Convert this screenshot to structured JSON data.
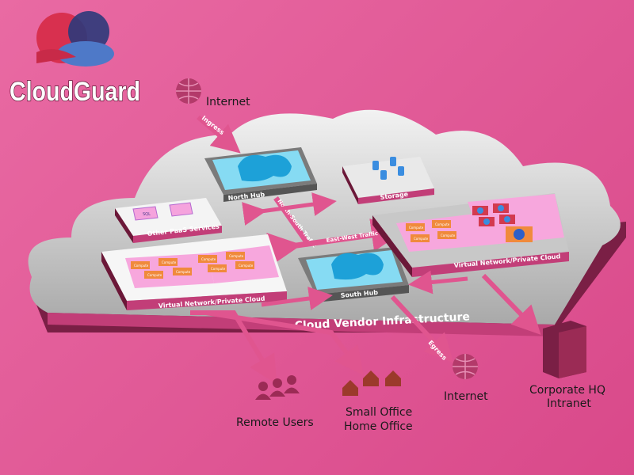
{
  "brand": {
    "name": "CloudGuard",
    "colors": {
      "red": "#d8304f",
      "blue": "#4e79c8",
      "navy": "#2c3a7a"
    }
  },
  "labels": {
    "internet_top": "Internet",
    "ingress": "Ingress",
    "north_hub": "North Hub",
    "storage": "Storage",
    "other_paas": "Other PaaS Services",
    "sql": "SQL",
    "north_south": "North-South Traffic",
    "east_west": "East-West Traffic",
    "vnet_left": "Virtual Network/Private Cloud",
    "vnet_right": "Virtual Network/Private Cloud",
    "south_hub": "South Hub",
    "infrastructure": "Cloud Vendor Infrastructure",
    "egress": "Egress",
    "remote_users": "Remote Users",
    "soho_line1": "Small Office",
    "soho_line2": "Home Office",
    "internet_bottom": "Internet",
    "corp_line1": "Corporate HQ",
    "corp_line2": "Intranet",
    "compute": "Compute"
  },
  "colors": {
    "background": "#e25c98",
    "cloud": "#c9c9c9",
    "platform_side": "#6b1838",
    "arrow": "#e0558f",
    "hub": "#7fd6f0",
    "compute": "#f08a3c",
    "tenant": "#f7a7dd"
  }
}
